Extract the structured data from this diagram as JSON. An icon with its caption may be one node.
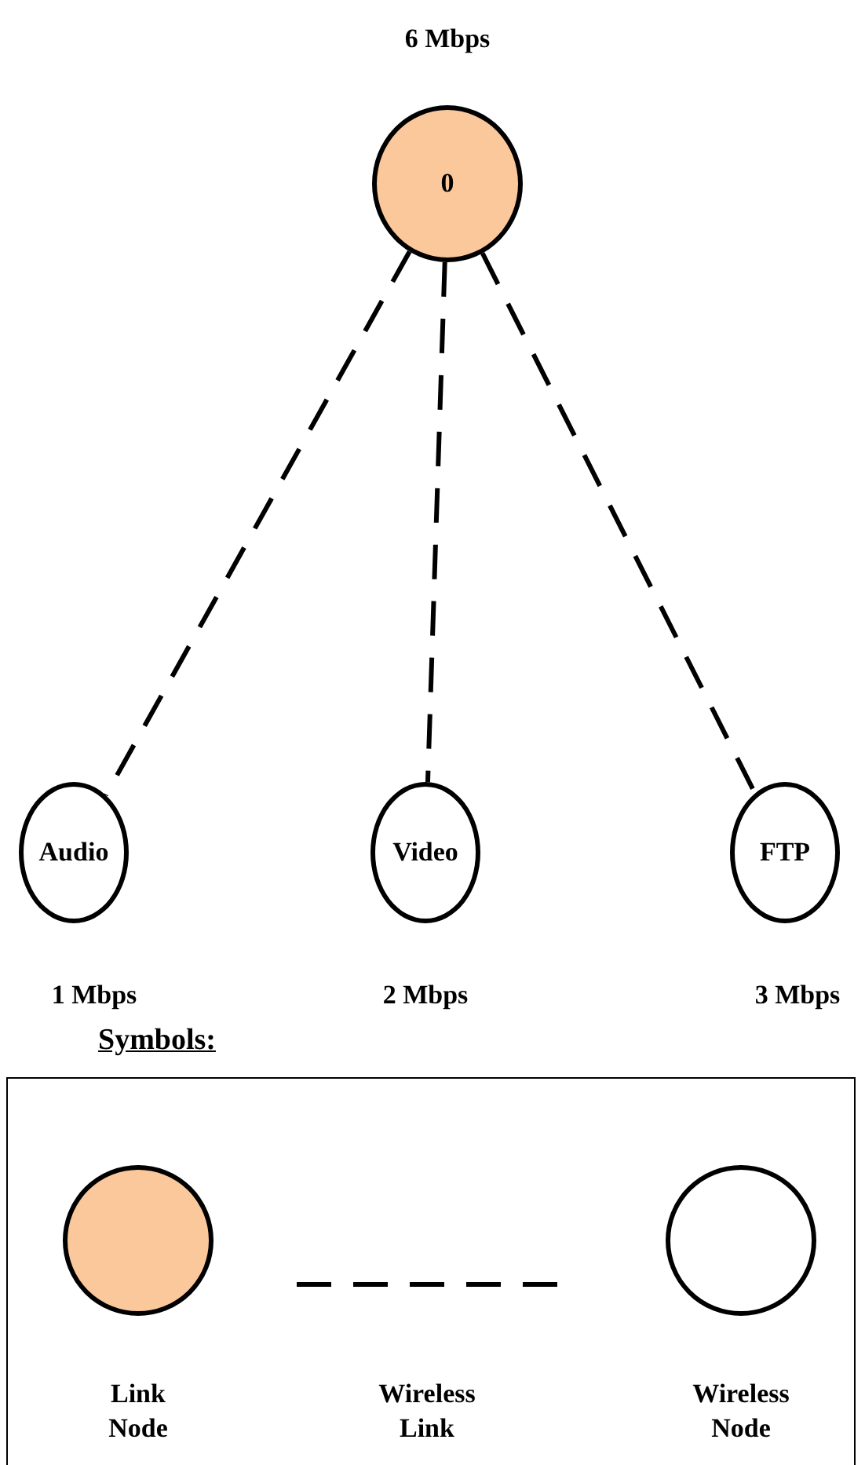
{
  "diagram": {
    "nodes": [
      {
        "text": [
          "0"
        ],
        "beside": [
          "6 Mbps"
        ]
      },
      {
        "text": [
          "Audio"
        ],
        "beside": [
          "1 Mbps"
        ]
      },
      {
        "text": [
          "Video"
        ],
        "beside": [
          "2 Mbps"
        ]
      },
      {
        "text": [
          "FTP"
        ],
        "beside": [
          "3 Mbps"
        ]
      }
    ],
    "edges": [
      {
        "from": 0,
        "to": 1,
        "arrow": "none",
        "style": "dashed"
      },
      {
        "from": 0,
        "to": 2,
        "arrow": "none",
        "style": "dashed"
      },
      {
        "from": 0,
        "to": 3,
        "arrow": "none",
        "style": "dashed"
      }
    ],
    "labels": [
      "Symbols:"
    ],
    "legend": [
      {
        "text": "Link Node",
        "color": "#fbc89b"
      },
      {
        "text": "Wireless Link"
      },
      {
        "text": "Wireless Node"
      }
    ]
  }
}
